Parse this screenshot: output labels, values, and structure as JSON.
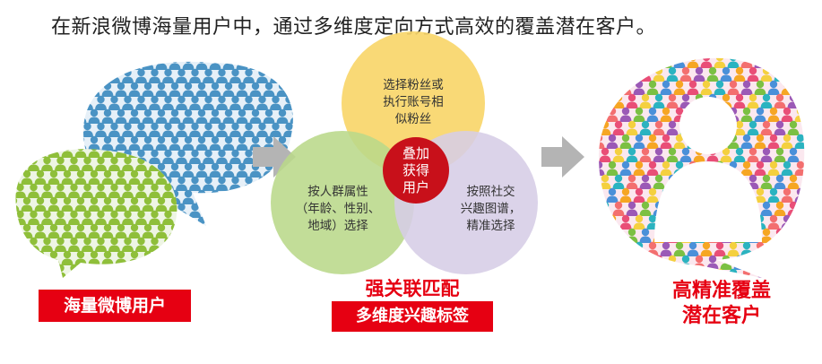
{
  "title": "在新浪微博海量用户中，通过多维度定向方式高效的覆盖潜在客户。",
  "left_label": "海量微博用户",
  "circles": {
    "top": [
      "选择粉丝或",
      "执行账号相",
      "似粉丝"
    ],
    "left": [
      "按人群属性",
      "（年龄、性别、",
      "地域）选择"
    ],
    "right": [
      "按照社交",
      "兴趣图谱，",
      "精准选择"
    ],
    "center": [
      "叠加",
      "获得",
      "用户"
    ]
  },
  "middle_caption": "强关联匹配",
  "middle_label": "多维度兴趣标签",
  "right_caption": [
    "高精准覆盖",
    "潜在客户"
  ],
  "colors": {
    "accent_red": "#e60012",
    "circle_top": "#f9d66a",
    "circle_left": "#b9d88a",
    "circle_right": "#d6cde6",
    "center_red": "#c8101a",
    "people_blue": "#4a93c4",
    "people_green": "#8fbf3a",
    "arrow_gray": "#b4b4b4"
  }
}
